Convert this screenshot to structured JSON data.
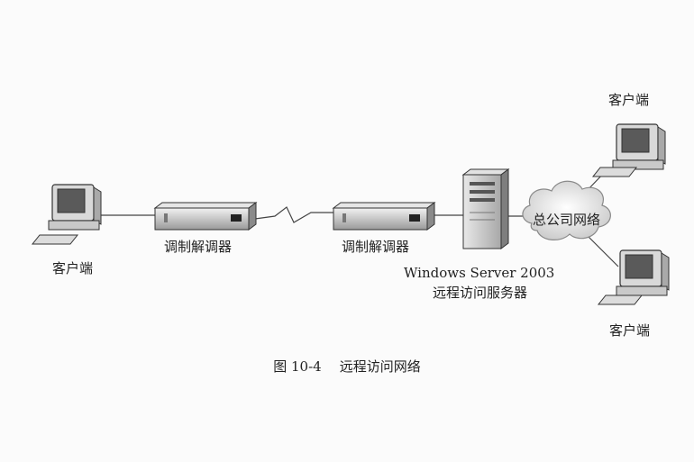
{
  "labels": {
    "client_left": "客户端",
    "modem_left": "调制解调器",
    "modem_right": "调制解调器",
    "server_os": "Windows Server 2003",
    "server_role": "远程访问服务器",
    "network": "总公司网络",
    "client_top_right": "客户端",
    "client_bottom_right": "客户端"
  },
  "caption": {
    "number": "图 10-4",
    "title": "远程访问网络"
  }
}
